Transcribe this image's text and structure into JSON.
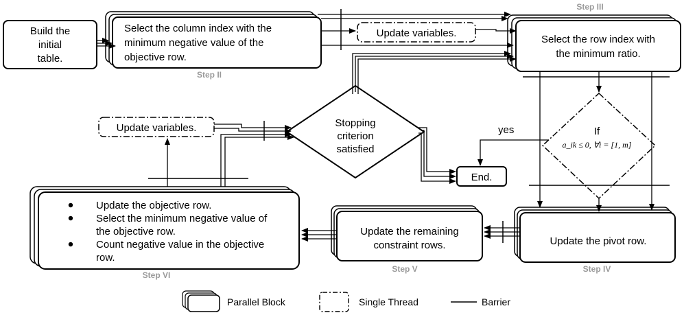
{
  "nodes": {
    "build_table": [
      "Build the",
      "initial",
      "table."
    ],
    "step2_box": [
      "Select the column index with the",
      "minimum negative value of the",
      "objective row."
    ],
    "update_vars_top": "Update variables.",
    "step3_box": [
      "Select the row index with",
      "the minimum ratio."
    ],
    "stopping": [
      "Stopping",
      "criterion",
      "satisfied"
    ],
    "update_vars_left": "Update variables.",
    "if_label": "If",
    "if_condition": "a_ik ≤ 0, ∀i = [1, m]",
    "end": "End.",
    "yes_label": "yes",
    "step4_box": "Update the pivot row.",
    "step5_box": [
      "Update the remaining",
      "constraint rows."
    ],
    "step6_items": [
      [
        "Update the objective row."
      ],
      [
        "Select the minimum negative value of",
        "the objective row."
      ],
      [
        "Count negative value in the objective",
        "row."
      ]
    ]
  },
  "steps": {
    "step2": "Step II",
    "step3": "Step III",
    "step4": "Step IV",
    "step5": "Step V",
    "step6": "Step VI"
  },
  "legend": {
    "parallel": "Parallel Block",
    "single": "Single Thread",
    "barrier": "Barrier"
  }
}
